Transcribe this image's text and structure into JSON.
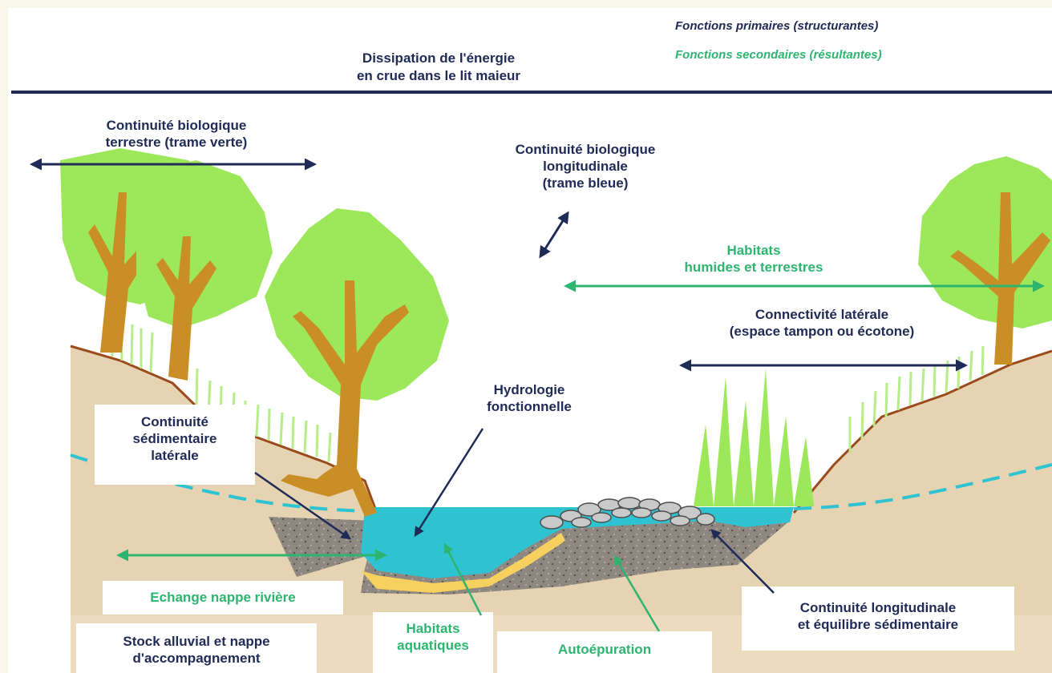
{
  "legend": {
    "primary": "Fonctions primaires (structurantes)",
    "secondary": "Fonctions secondaires (résultantes)"
  },
  "labels": {
    "dissipation": [
      "Dissipation de l'énergie",
      "en crue dans le lit maieur"
    ],
    "terrestre": [
      "Continuité biologique",
      "terrestre (trame verte)"
    ],
    "longitudinale": [
      "Continuité biologique",
      "longitudinale",
      "(trame bleue)"
    ],
    "habitats_humides": [
      "Habitats",
      "humides et terrestres"
    ],
    "connectivite": [
      "Connectivité latérale",
      "(espace tampon ou écotone)"
    ],
    "hydrologie": [
      "Hydrologie",
      "fonctionnelle"
    ],
    "sedimentaire_laterale": [
      "Continuité",
      "sédimentaire",
      "latérale"
    ],
    "echange": "Echange nappe rivière",
    "stock": [
      "Stock alluvial et nappe",
      "d'accompagnement"
    ],
    "habitats_aquatiques": [
      "Habitats",
      "aquatiques"
    ],
    "autoepuration": "Autoépuration",
    "continuite_longitudinale": [
      "Continuité longitudinale",
      "et équilibre sédimentaire"
    ]
  },
  "colors": {
    "primary": "#1f2a56",
    "secondary": "#2db570",
    "water": "#2fc3d1",
    "soil": "#e5d3b1",
    "gravel": "#8f8880",
    "tree_foliage": "#9ce85a",
    "trunk": "#c98e25"
  }
}
